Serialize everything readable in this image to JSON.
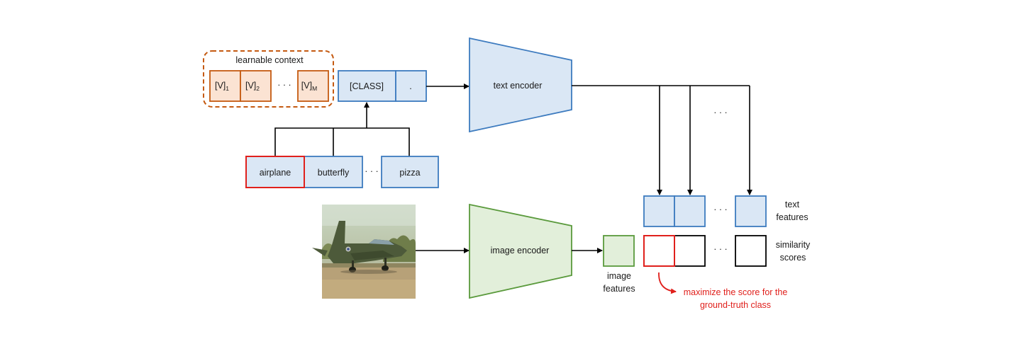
{
  "context": {
    "title": "learnable context",
    "token_1": "[V]",
    "token_1_sub": "1",
    "token_2": "[V]",
    "token_2_sub": "2",
    "token_m": "[V]",
    "token_m_sub": "M",
    "ellipsis": "· · ·"
  },
  "prompt": {
    "class_token": "[CLASS]",
    "period_token": "."
  },
  "classes": {
    "items": [
      "airplane",
      "butterfly",
      "pizza"
    ],
    "ellipsis": "· · ·"
  },
  "encoders": {
    "text": "text encoder",
    "image": "image encoder"
  },
  "features": {
    "text_label_line1": "text",
    "text_label_line2": "features",
    "image_label_line1": "image",
    "image_label_line2": "features",
    "similarity_line1": "similarity",
    "similarity_line2": "scores",
    "ellipsis": "· · ·"
  },
  "annotation": {
    "line1": "maximize the score for the",
    "line2": "ground-truth class"
  },
  "colors": {
    "context_fill": "#fbe3d3",
    "context_stroke": "#c55a11",
    "text_fill": "#dae7f5",
    "text_stroke": "#3d7bbf",
    "image_fill": "#e2efda",
    "image_stroke": "#5a9a3c",
    "highlight": "#e0201c"
  }
}
